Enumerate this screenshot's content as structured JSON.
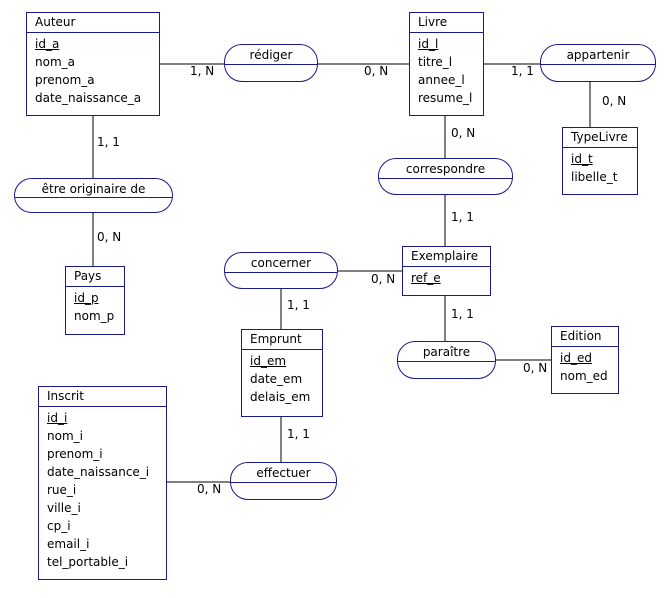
{
  "entities": {
    "auteur": {
      "name": "Auteur",
      "attrs": [
        "id_a",
        "nom_a",
        "prenom_a",
        "date_naissance_a"
      ]
    },
    "livre": {
      "name": "Livre",
      "attrs": [
        "id_l",
        "titre_l",
        "annee_l",
        "resume_l"
      ]
    },
    "typelivre": {
      "name": "TypeLivre",
      "attrs": [
        "id_t",
        "libelle_t"
      ]
    },
    "pays": {
      "name": "Pays",
      "attrs": [
        "id_p",
        "nom_p"
      ]
    },
    "exemplaire": {
      "name": "Exemplaire",
      "attrs": [
        "ref_e"
      ]
    },
    "emprunt": {
      "name": "Emprunt",
      "attrs": [
        "id_em",
        "date_em",
        "delais_em"
      ]
    },
    "edition": {
      "name": "Edition",
      "attrs": [
        "id_ed",
        "nom_ed"
      ]
    },
    "inscrit": {
      "name": "Inscrit",
      "attrs": [
        "id_i",
        "nom_i",
        "prenom_i",
        "date_naissance_i",
        "rue_i",
        "ville_i",
        "cp_i",
        "email_i",
        "tel_portable_i"
      ]
    }
  },
  "associations": {
    "rediger": "rédiger",
    "appartenir": "appartenir",
    "etre_originaire": "être originaire de",
    "correspondre": "correspondre",
    "concerner": "concerner",
    "paraitre": "paraître",
    "effectuer": "effectuer"
  },
  "cardinalities": {
    "auteur_rediger": "1, N",
    "livre_rediger": "0, N",
    "livre_appartenir": "1, 1",
    "typelivre_appartenir": "0, N",
    "auteur_originaire": "1, 1",
    "pays_originaire": "0, N",
    "livre_correspondre": "0, N",
    "exemplaire_correspondre": "1, 1",
    "exemplaire_concerner": "0, N",
    "emprunt_concerner": "1, 1",
    "exemplaire_paraitre": "1, 1",
    "edition_paraitre": "0, N",
    "emprunt_effectuer": "1, 1",
    "inscrit_effectuer": "0, N"
  },
  "colors": {
    "line": "#000000",
    "border": "#1a1a8c",
    "background": "#ffffff"
  }
}
